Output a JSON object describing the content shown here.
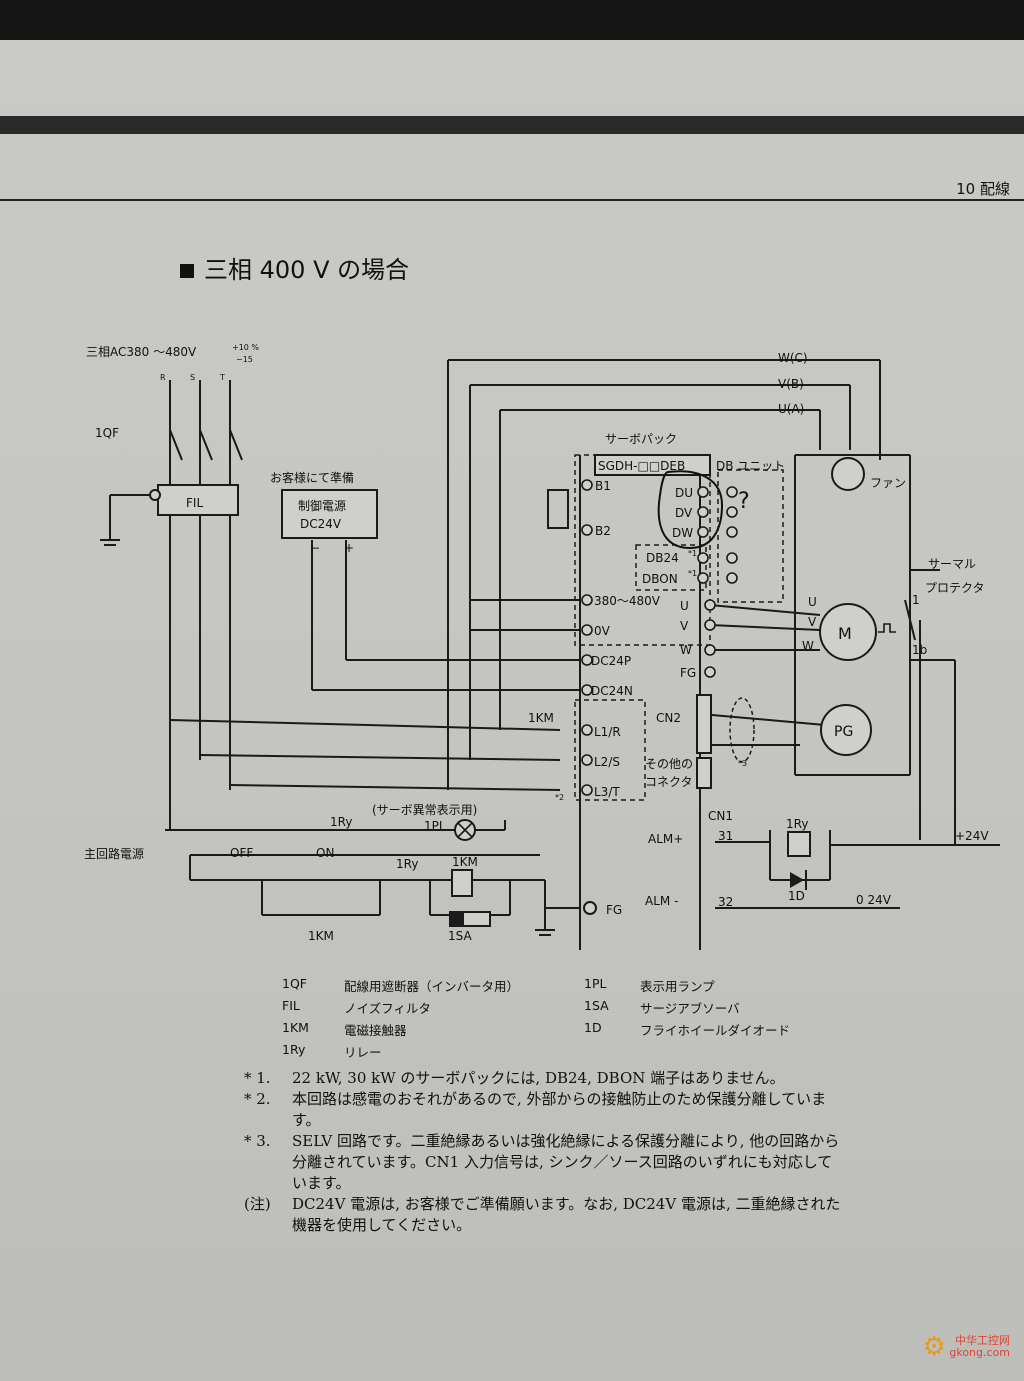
{
  "header": {
    "chapter": "10 配線"
  },
  "title": "三相 400 V の場合",
  "supply": {
    "label": "三相AC380 〜480V",
    "tolerance": "+10 %\n−15",
    "phases": [
      "R",
      "S",
      "T"
    ]
  },
  "components": {
    "breaker": "1QF",
    "filter": "FIL",
    "customer_note": "お客様にて準備",
    "ctrl_power_line1": "制御電源",
    "ctrl_power_line2": "DC24V",
    "ctrl_minus": "−",
    "ctrl_plus": "+",
    "servopack": "サーボパック",
    "model": "SGDH-□□DEB",
    "db_unit": "DB ユニット",
    "fan": "ファン",
    "thermal_line1": "サーマル",
    "thermal_line2": "プロテクタ",
    "motor": "M",
    "encoder": "PG",
    "handwritten": "?"
  },
  "terminals": {
    "b1": "B1",
    "b2": "B2",
    "ac": "380〜480V",
    "zero": "0V",
    "dc24p": "DC24P",
    "dc24n": "DC24N",
    "l1": "L1/R",
    "l2": "L2/S",
    "l3": "L3/T",
    "fg": "FG",
    "du": "DU",
    "dv": "DV",
    "dw": "DW",
    "db24": "DB24",
    "dbon": "DBON",
    "note1": "*1",
    "u": "U",
    "v": "V",
    "w": "W",
    "cn2": "CN2",
    "other_line1": "その他の",
    "other_line2": "コネクタ",
    "note3": "*3",
    "cn1": "CN1",
    "alm_plus": "ALM+",
    "alm_minus": "ALM -",
    "pin31": "31",
    "pin32": "32",
    "note2": "*2",
    "wire_w": "W(C)",
    "wire_v": "V(B)",
    "wire_u": "U(A)",
    "thermal_1": "1",
    "thermal_1b": "1b",
    "plus24": "+24V",
    "zero24": "0 24V"
  },
  "control": {
    "km": "1KM",
    "ry": "1Ry",
    "pl": "1PL",
    "pl_note": "(サーボ異常表示用)",
    "main_power": "主回路電源",
    "off": "OFF",
    "on": "ON",
    "sa": "1SA",
    "diode": "1D"
  },
  "legend": [
    {
      "code": "1QF",
      "desc": "配線用遮断器（インバータ用）"
    },
    {
      "code": "1PL",
      "desc": "表示用ランプ"
    },
    {
      "code": "FIL",
      "desc": "ノイズフィルタ"
    },
    {
      "code": "1SA",
      "desc": "サージアブソーバ"
    },
    {
      "code": "1KM",
      "desc": "電磁接触器"
    },
    {
      "code": "1D",
      "desc": "フライホイールダイオード"
    },
    {
      "code": "1Ry",
      "desc": "リレー"
    },
    {
      "code": "",
      "desc": ""
    }
  ],
  "notes": [
    {
      "mark": "* 1.",
      "text": "22 kW, 30 kW のサーボパックには, DB24, DBON 端子はありません。"
    },
    {
      "mark": "* 2.",
      "text": "本回路は感電のおそれがあるので, 外部からの接触防止のため保護分離しています。"
    },
    {
      "mark": "* 3.",
      "text": "SELV 回路です。二重絶縁あるいは強化絶縁による保護分離により, 他の回路から分離されています。CN1 入力信号は, シンク／ソース回路のいずれにも対応しています。"
    },
    {
      "mark": "(注)",
      "text": "DC24V 電源は, お客様でご準備願います。なお, DC24V 電源は, 二重絶縁された機器を使用してください。"
    }
  ],
  "watermark": {
    "line1": "中华工控网",
    "line2": "gkong.com"
  }
}
